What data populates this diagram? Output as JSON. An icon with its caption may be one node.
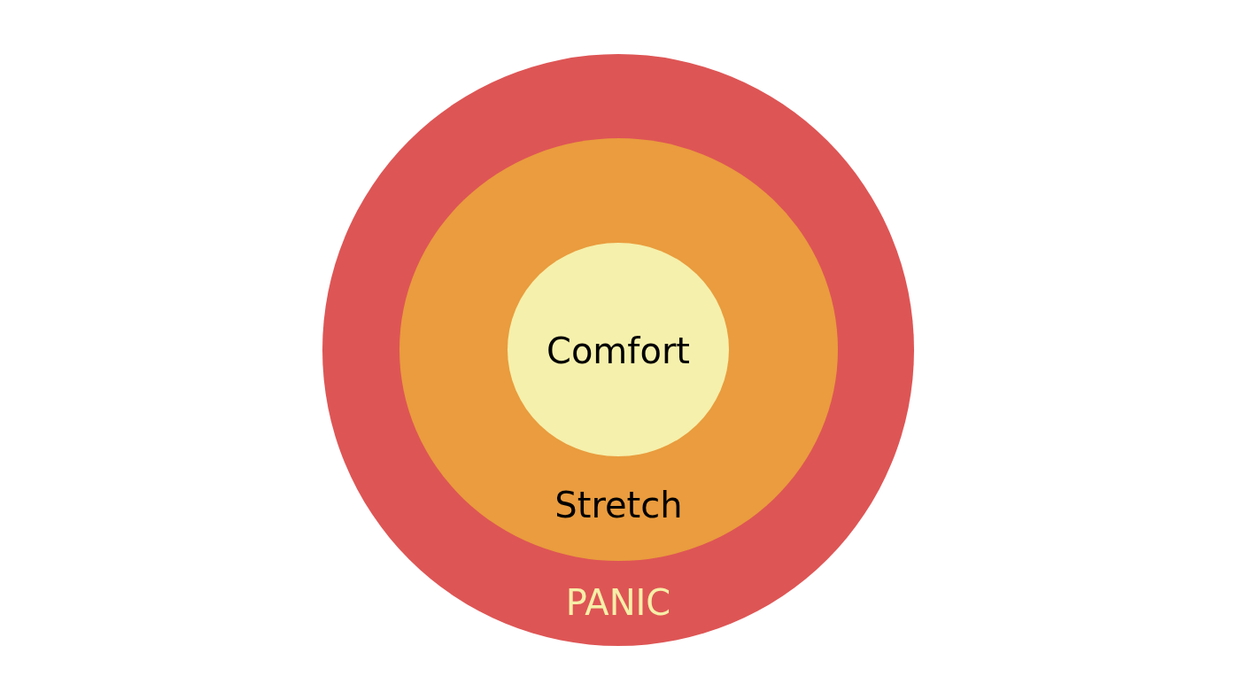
{
  "diagram": {
    "nodes": [
      {
        "text": [
          "PANIC"
        ]
      },
      {
        "text": [
          "Stretch"
        ],
        "in": 0
      },
      {
        "text": [
          "Comfort"
        ],
        "in": 1
      }
    ]
  }
}
